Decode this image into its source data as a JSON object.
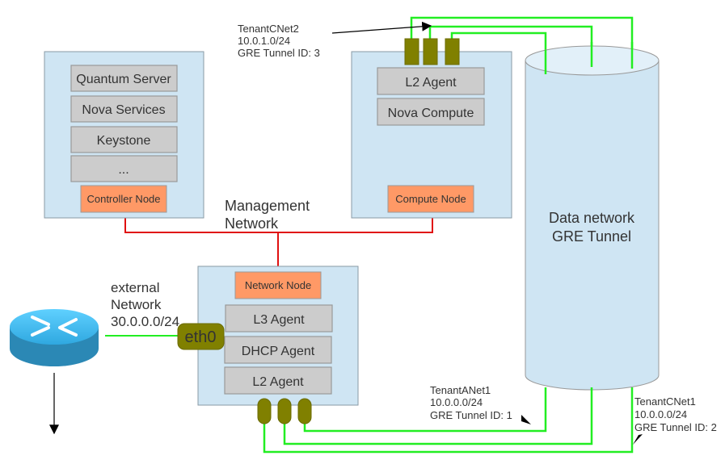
{
  "controller": {
    "services": [
      "Quantum Server",
      "Nova Services",
      "Keystone",
      "..."
    ],
    "role": "Controller Node"
  },
  "compute": {
    "services": [
      "L2 Agent",
      "Nova Compute"
    ],
    "role": "Compute Node"
  },
  "network_node": {
    "role": "Network Node",
    "services": [
      "L3 Agent",
      "DHCP Agent",
      "L2 Agent"
    ],
    "eth": "eth0"
  },
  "management": {
    "line1": "Management",
    "line2": "Network"
  },
  "data_network": {
    "line1": "Data network",
    "line2": "GRE Tunnel"
  },
  "external": {
    "line1": "external",
    "line2": "Network",
    "line3": "30.0.0.0/24"
  },
  "tenant_c_net2": {
    "name": "TenantCNet2",
    "cidr": "10.0.1.0/24",
    "gre": "GRE Tunnel ID: 3"
  },
  "tenant_a_net1": {
    "name": "TenantANet1",
    "cidr": "10.0.0.0/24",
    "gre": "GRE Tunnel ID: 1"
  },
  "tenant_c_net1": {
    "name": "TenantCNet1",
    "cidr": "10.0.0.0/24",
    "gre": "GRE Tunnel ID: 2"
  },
  "colors": {
    "node": "#cfe5f3",
    "service": "#cccccc",
    "role": "#ff9966",
    "port": "#808000",
    "tunnel": "#22ee22",
    "management": "#e01010"
  }
}
